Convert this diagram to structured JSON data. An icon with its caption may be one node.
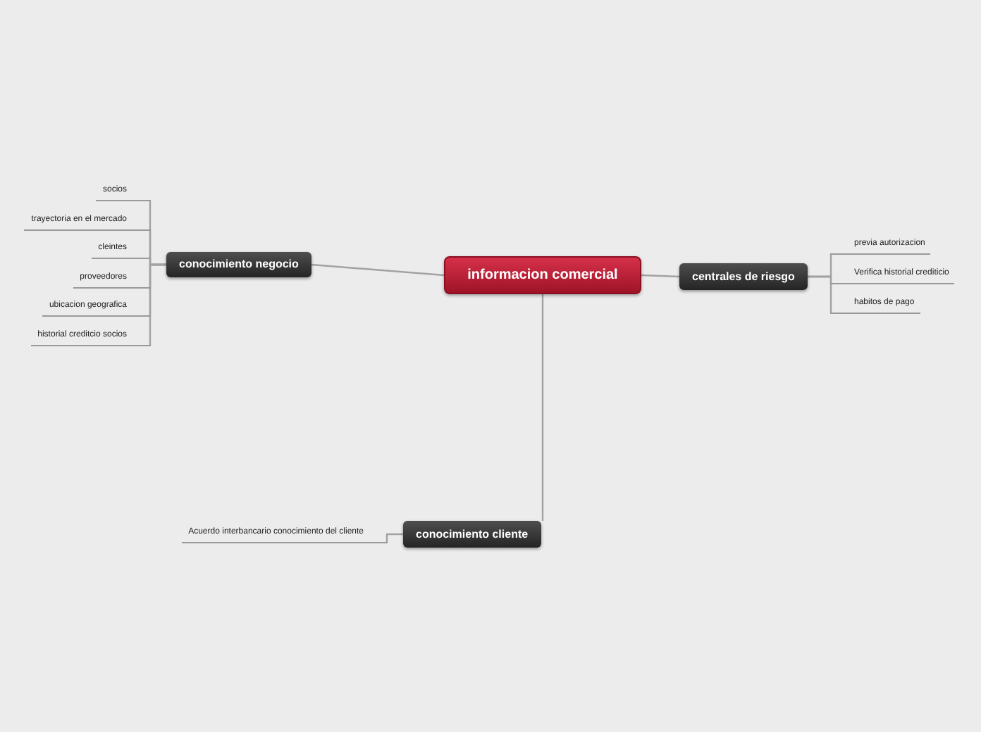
{
  "diagram": {
    "nodes": [
      {
        "text": [
          "informacion comercial"
        ]
      },
      {
        "text": [
          "conocimiento negocio"
        ]
      },
      {
        "text": [
          "socios"
        ]
      },
      {
        "text": [
          "trayectoria en el mercado"
        ]
      },
      {
        "text": [
          "cleintes"
        ]
      },
      {
        "text": [
          "proveedores"
        ]
      },
      {
        "text": [
          "ubicacion geografica"
        ]
      },
      {
        "text": [
          "historial creditcio socios"
        ]
      },
      {
        "text": [
          "centrales de riesgo"
        ]
      },
      {
        "text": [
          "previa autorizacion"
        ]
      },
      {
        "text": [
          "Verifica historial crediticio"
        ]
      },
      {
        "text": [
          "habitos de pago"
        ]
      },
      {
        "text": [
          "conocimiento cliente"
        ]
      },
      {
        "text": [
          "Acuerdo interbancario conocimiento del cliente"
        ]
      }
    ],
    "edges": [
      {
        "from": 0,
        "to": 1,
        "arrow": "none"
      },
      {
        "from": 1,
        "to": 2,
        "arrow": "none"
      },
      {
        "from": 1,
        "to": 3,
        "arrow": "none"
      },
      {
        "from": 1,
        "to": 4,
        "arrow": "none"
      },
      {
        "from": 1,
        "to": 5,
        "arrow": "none"
      },
      {
        "from": 1,
        "to": 6,
        "arrow": "none"
      },
      {
        "from": 1,
        "to": 7,
        "arrow": "none"
      },
      {
        "from": 0,
        "to": 8,
        "arrow": "none"
      },
      {
        "from": 8,
        "to": 9,
        "arrow": "none"
      },
      {
        "from": 8,
        "to": 10,
        "arrow": "none"
      },
      {
        "from": 8,
        "to": 11,
        "arrow": "none"
      },
      {
        "from": 0,
        "to": 12,
        "arrow": "none"
      },
      {
        "from": 12,
        "to": 13,
        "arrow": "none"
      }
    ]
  }
}
